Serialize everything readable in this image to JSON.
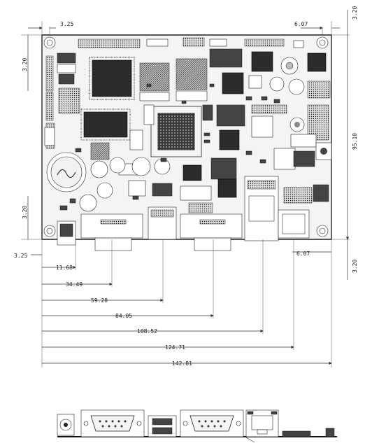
{
  "dimensions": {
    "top_left_offset": "3.25",
    "top_right_offset": "6.07",
    "top_right_vertical": "3.20",
    "left_vertical_top": "3.20",
    "left_vertical_bottom": "3.20",
    "right_height": "95.10",
    "bottom_left_offset": "3.25",
    "bottom_right_offset": "6.07",
    "bottom_right_vertical": "3.20",
    "chain": [
      "11.68",
      "34.49",
      "59.28",
      "84.05",
      "108.52",
      "124.71",
      "142.81"
    ]
  },
  "connectors": [
    {
      "name": "dc-jack",
      "type": "power"
    },
    {
      "name": "serial-port-1",
      "type": "db9"
    },
    {
      "name": "usb-port",
      "type": "usb"
    },
    {
      "name": "serial-port-2",
      "type": "db9"
    },
    {
      "name": "ethernet-port",
      "type": "rj45"
    },
    {
      "name": "card-slot",
      "type": "sd"
    }
  ]
}
